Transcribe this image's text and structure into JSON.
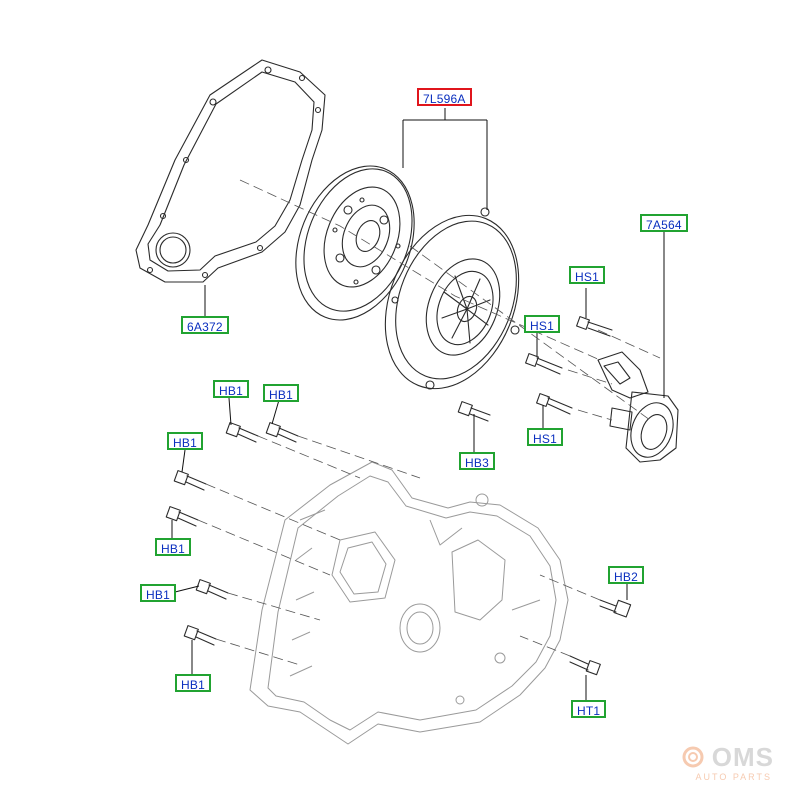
{
  "labels": {
    "clutch_kit": "7L596A",
    "gasket": "6A372",
    "slave_cylinder": "7A564",
    "hs1_top": "HS1",
    "hs1_mid": "HS1",
    "hs1_low": "HS1",
    "hb1_a": "HB1",
    "hb1_b": "HB1",
    "hb1_c": "HB1",
    "hb1_d": "HB1",
    "hb1_e": "HB1",
    "hb1_f": "HB1",
    "hb2": "HB2",
    "hb3": "HB3",
    "ht1": "HT1"
  },
  "colors": {
    "label_border": "#21a331",
    "highlight_border": "#e0151c",
    "label_text": "#0a2fbf",
    "line": "#2b2b2b"
  },
  "watermark": {
    "main": "OMS",
    "sub": "AUTO PARTS"
  }
}
